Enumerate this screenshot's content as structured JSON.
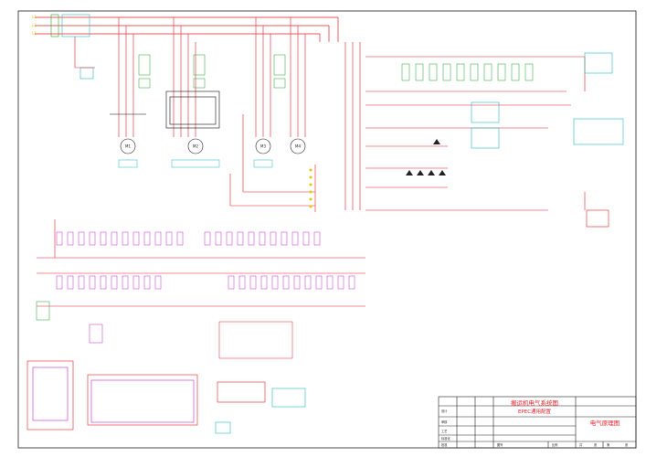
{
  "title_block": {
    "drawing_name_line1": "搬运机电气系统图",
    "drawing_name_line2": "EPEC通用配置",
    "drawing_type": "电气原理图",
    "row_labels": [
      "设计",
      "审核",
      "工艺",
      "标准化",
      "批准"
    ],
    "small_labels": [
      "图号",
      "比例",
      "共",
      "张",
      "第",
      "张"
    ]
  },
  "colors": {
    "wire_red": "#e8202a",
    "component_green": "#1ea52a",
    "label_cyan": "#1fb8c4",
    "text_yellow": "#e8c800",
    "magenta": "#c22ad0",
    "black": "#111111",
    "border": "#222222"
  },
  "power_inputs": [
    {
      "label": "L1"
    },
    {
      "label": "L2"
    },
    {
      "label": "L3"
    }
  ],
  "motor_labels": [
    "M1",
    "M2",
    "M3",
    "M4"
  ]
}
